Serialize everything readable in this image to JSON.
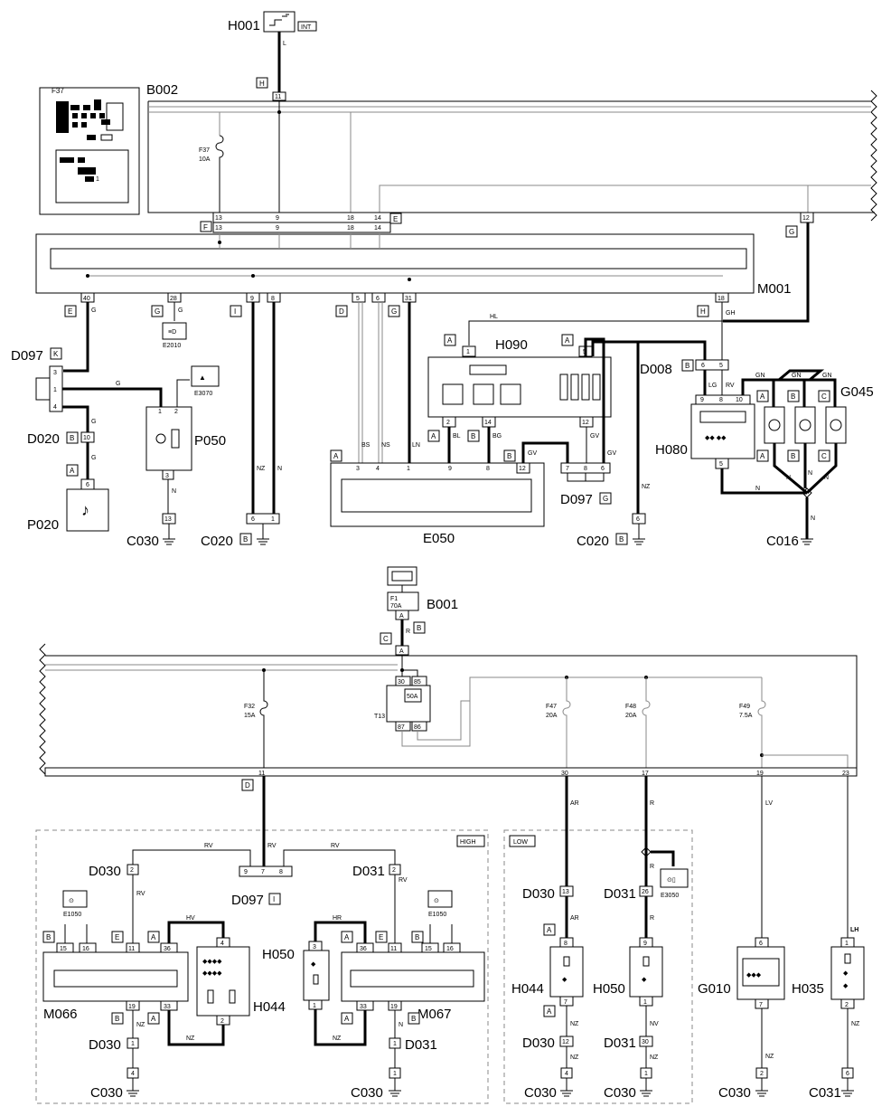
{
  "labels": {
    "H001": "H001",
    "INT": "INT",
    "H_a": "H",
    "L_wire": "L",
    "B002": "B002",
    "F37": "F37",
    "F37_amp": "10A",
    "pin11_top": "11",
    "pin13a": "13",
    "pin9a": "9",
    "pin18a": "18",
    "pin14a": "14",
    "conn_E_top": "E",
    "conn_F": "F",
    "pin13b": "13",
    "pin9b": "9",
    "pin18b": "18",
    "pin14b": "14",
    "pin12_top": "12",
    "G_conn_top": "G",
    "M001": "M001",
    "m_40": "40",
    "m_28": "28",
    "m_9": "9",
    "m_8": "8",
    "m_5": "5",
    "m_6": "6",
    "m_31": "31",
    "m_18": "18",
    "c_E1": "E",
    "c_G1": "G",
    "c_I1": "I",
    "c_D1": "D",
    "c_G2": "G",
    "c_H1": "H",
    "w_G1": "G",
    "w_G2": "G",
    "w_GH": "GH",
    "w_HL": "HL",
    "E2010": "E2010",
    "E3070": "E3070",
    "D097": "D097",
    "K": "K",
    "p3": "3",
    "p1": "1",
    "p4": "4",
    "D020": "D020",
    "B_d020": "B",
    "p10": "10",
    "A_p020": "A",
    "p6": "6",
    "P020": "P020",
    "P050": "P050",
    "p050_1": "1",
    "p050_2": "2",
    "p050_3": "3",
    "C030_a": "C030",
    "c030_13": "13",
    "w_N1": "N",
    "C020_a": "C020",
    "B_c020a": "B",
    "c020_6": "6",
    "c020_1": "1",
    "w_NZ1": "NZ",
    "w_N2": "N",
    "E050": "E050",
    "A_e050": "A",
    "e_3": "3",
    "e_4": "4",
    "e_1": "1",
    "e_9": "9",
    "e_8": "8",
    "e_12": "12",
    "w_BS": "BS",
    "w_NS": "NS",
    "w_LN": "LN",
    "w_BL": "BL",
    "w_BG": "BG",
    "w_GV1": "GV",
    "w_GV2": "GV",
    "w_GV3": "GV",
    "H090": "H090",
    "A_h090a": "A",
    "A_h090b": "A",
    "h_1": "1",
    "h_5": "5",
    "h_2": "2",
    "h_14": "14",
    "h_12": "12",
    "A_bl": "A",
    "B_bg": "B",
    "B_gv": "B",
    "D097_g": "D097",
    "G_d097": "G",
    "g_7": "7",
    "g_8": "8",
    "g_6": "6",
    "C020_b": "C020",
    "B_c020b": "B",
    "c020b_6": "6",
    "w_NZ2": "NZ",
    "D008": "D008",
    "B_d008": "B",
    "d8_6": "6",
    "d8_5": "5",
    "H080": "H080",
    "h80_9": "9",
    "h80_8": "8",
    "h80_10": "10",
    "h80_5": "5",
    "w_LG": "LG",
    "w_RV1": "RV",
    "G045": "G045",
    "w_GN1": "GN",
    "w_GN2": "GN",
    "w_GN3": "GN",
    "g45_A": "A",
    "g45_B": "B",
    "g45_C": "C",
    "g45_A2": "A",
    "g45_B2": "B",
    "g45_C2": "C",
    "w_N3": "N",
    "w_N4": "N",
    "w_N5": "N",
    "w_N6": "N",
    "C016": "C016",
    "B001": "B001",
    "F1": "F1",
    "F1_amp": "70A",
    "A_b001": "A",
    "R_b001": "R",
    "B_b001": "B",
    "C_b001": "C",
    "A_b001b": "A",
    "F32": "F32",
    "F32_amp": "15A",
    "T13": "T13",
    "r_30": "30",
    "r_85": "85",
    "r_87": "87",
    "r_86": "86",
    "r_50A": "50A",
    "F47": "F47",
    "F47_amp": "20A",
    "F48": "F48",
    "F48_amp": "20A",
    "F49": "F49",
    "F49_amp": "7.5A",
    "o_11": "11",
    "o_30": "30",
    "o_17": "17",
    "o_19": "19",
    "o_23": "23",
    "D_out": "D",
    "HIGH": "HIGH",
    "LOW": "LOW",
    "w_RV2": "RV",
    "w_RV3": "RV",
    "w_RV4": "RV",
    "w_RV5": "RV",
    "w_RV6": "RV",
    "D030_a": "D030",
    "d030_2": "2",
    "D031_a": "D031",
    "d031_2": "2",
    "D097_i": "D097",
    "I_d097": "I",
    "i_9": "9",
    "i_7": "7",
    "i_8": "8",
    "E1050_a": "E1050",
    "E1050_b": "E1050",
    "M066": "M066",
    "M067": "M067",
    "m66_15": "15",
    "m66_16": "16",
    "m66_11": "11",
    "m66_36": "36",
    "m66_19": "19",
    "m66_33": "33",
    "m67_36": "36",
    "m67_11": "11",
    "m67_15": "15",
    "m67_16": "16",
    "m67_33": "33",
    "m67_19": "19",
    "B_m66": "B",
    "E_m66": "E",
    "A_m66": "A",
    "B_m66b": "B",
    "A_m66b": "A",
    "A_m67": "A",
    "E_m67": "E",
    "B_m67": "B",
    "A_m67b": "A",
    "B_m67b": "B",
    "H044_a": "H044",
    "h44_4": "4",
    "h44_2": "2",
    "w_HV": "HV",
    "w_NZ3": "NZ",
    "H050_a": "H050",
    "h50_3": "3",
    "h50_1": "1",
    "w_HR": "HR",
    "w_NZ4": "NZ",
    "D030_b": "D030",
    "d030_1": "1",
    "d030_4": "4",
    "w_NZ5": "NZ",
    "C030_b": "C030",
    "D031_b": "D031",
    "d031_1": "1",
    "d031_1b": "1",
    "w_N7": "N",
    "C030_c": "C030",
    "w_AR1": "AR",
    "D030_c": "D030",
    "d030_13": "13",
    "w_AR2": "AR",
    "A_h44": "A",
    "h44b_8": "8",
    "H044_b": "H044",
    "h44b_7": "7",
    "A_h44b": "A",
    "w_NZ6": "NZ",
    "D030_d": "D030",
    "d030_12": "12",
    "w_NZ7": "NZ",
    "d030_4b": "4",
    "C030_d": "C030",
    "w_R1": "R",
    "E3050": "E3050",
    "w_R2": "R",
    "D031_c": "D031",
    "d031_26": "26",
    "w_R3": "R",
    "h50b_9": "9",
    "H050_b": "H050",
    "h50b_1": "1",
    "w_NV": "NV",
    "D031_d": "D031",
    "d031_30": "30",
    "w_NZ8": "NZ",
    "d031_1c": "1",
    "C030_e": "C030",
    "w_LV": "LV",
    "G010": "G010",
    "g010_6": "6",
    "g010_7": "7",
    "w_NZ9": "NZ",
    "g010_2": "2",
    "C030_f": "C030",
    "w_LH": "LH",
    "H035": "H035",
    "h35_1": "1",
    "h35_2": "2",
    "w_NZ10": "NZ",
    "h35_6": "6",
    "C031": "C031"
  }
}
